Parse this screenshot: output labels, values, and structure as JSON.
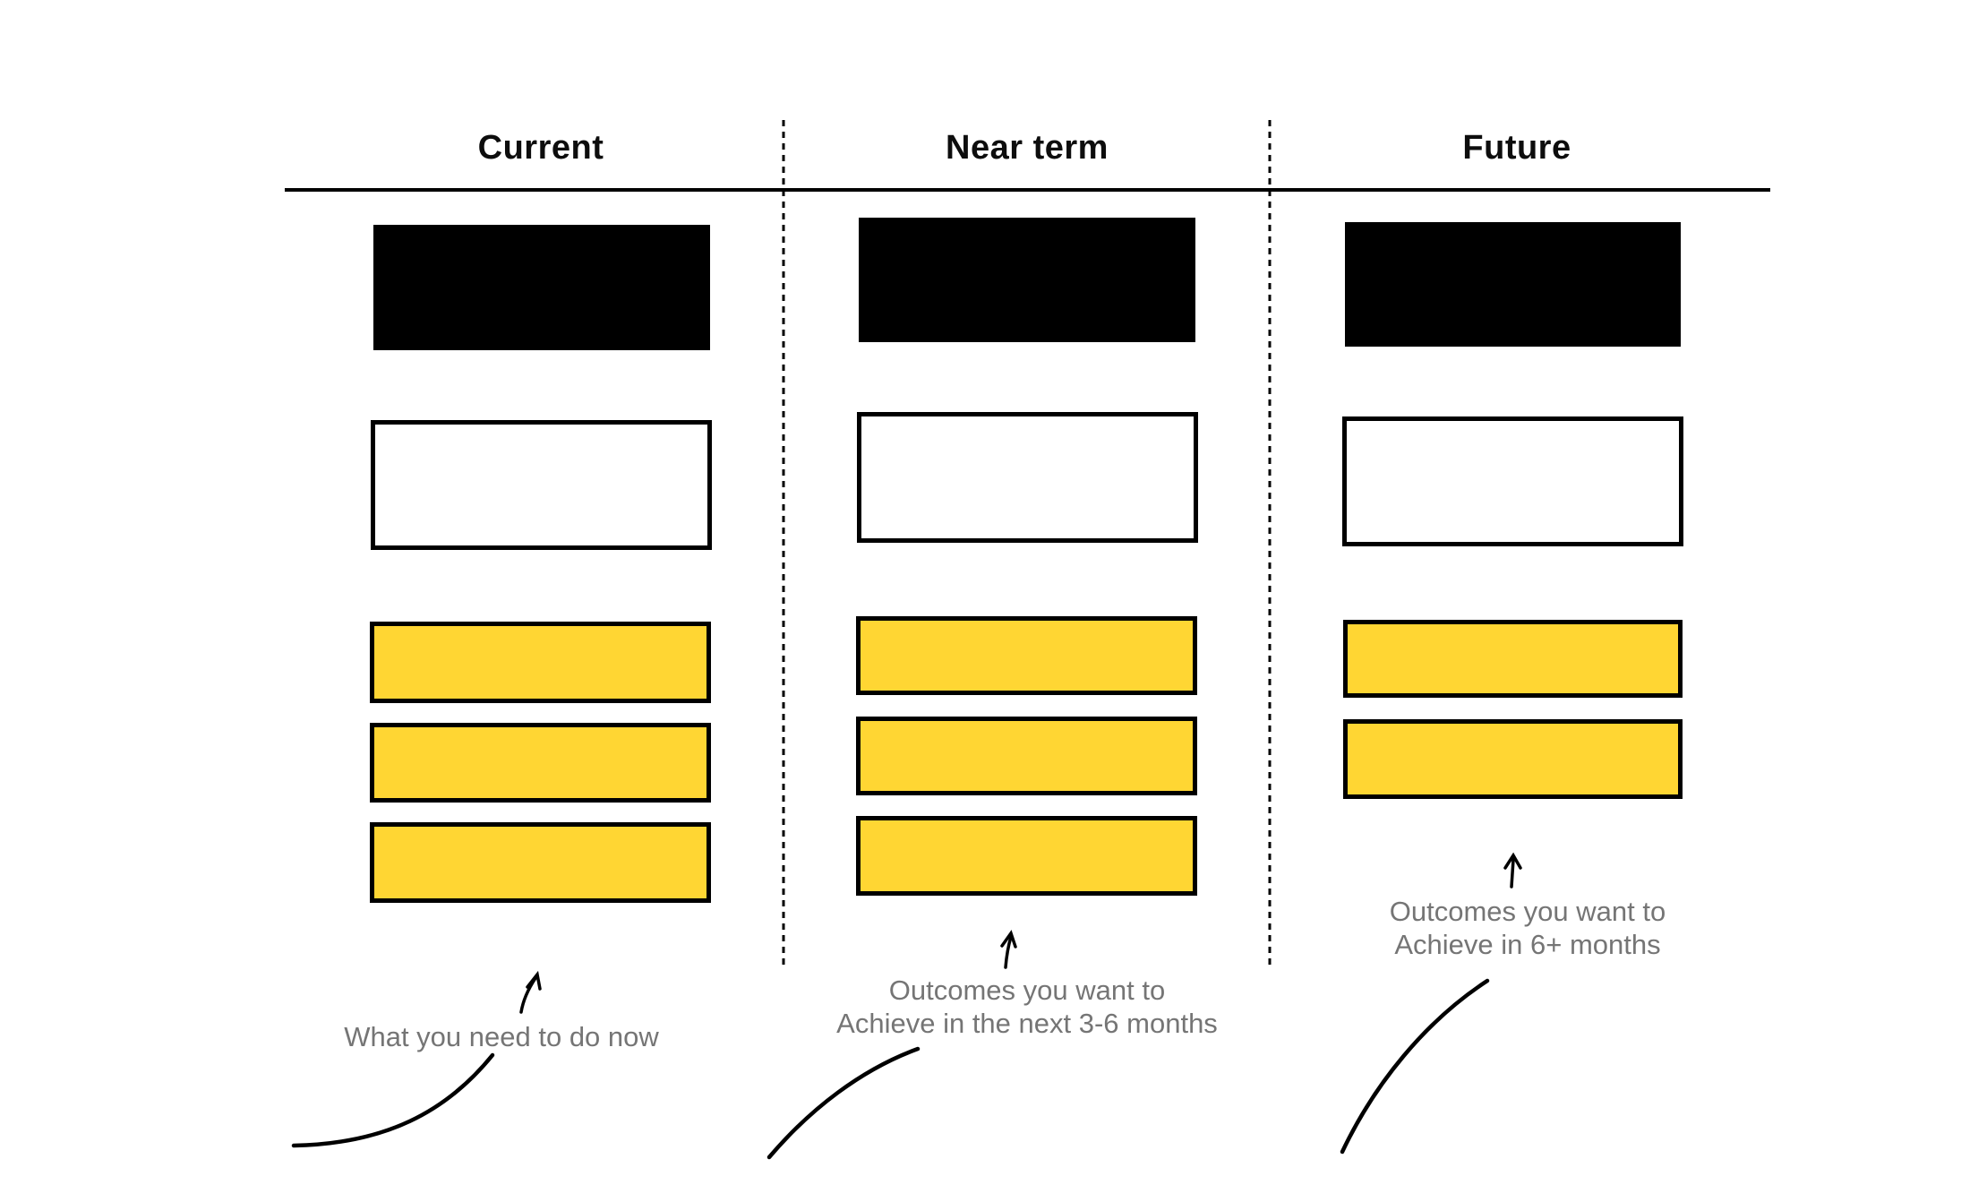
{
  "diagram": {
    "background": "#ffffff",
    "colors": {
      "card_black": "#000000",
      "card_white_fill": "#ffffff",
      "card_yellow": "#ffd633",
      "card_border": "#000000",
      "annotation_text": "#757575",
      "divider_line": "#000000"
    },
    "columns": [
      {
        "id": "current",
        "header": "Current",
        "blocks": [
          {
            "type": "black"
          },
          {
            "type": "white"
          },
          {
            "type": "yellow"
          },
          {
            "type": "yellow"
          },
          {
            "type": "yellow"
          }
        ],
        "annotation": {
          "lines": [
            "What you need to do now"
          ]
        }
      },
      {
        "id": "near-term",
        "header": "Near term",
        "blocks": [
          {
            "type": "black"
          },
          {
            "type": "white"
          },
          {
            "type": "yellow"
          },
          {
            "type": "yellow"
          },
          {
            "type": "yellow"
          }
        ],
        "annotation": {
          "lines": [
            "Outcomes you want to",
            "Achieve in the next 3-6 months"
          ]
        }
      },
      {
        "id": "future",
        "header": "Future",
        "blocks": [
          {
            "type": "black"
          },
          {
            "type": "white"
          },
          {
            "type": "yellow"
          },
          {
            "type": "yellow"
          }
        ],
        "annotation": {
          "lines": [
            "Outcomes you want to",
            "Achieve in 6+ months"
          ]
        }
      }
    ]
  }
}
